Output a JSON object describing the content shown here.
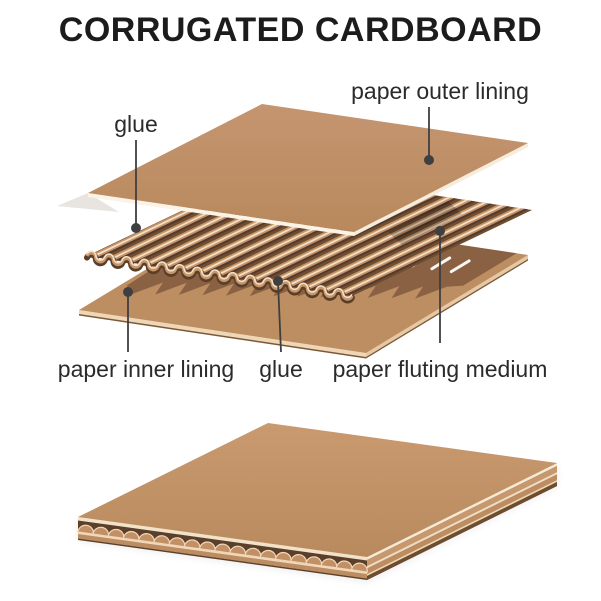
{
  "title": "CORRUGATED CARDBOARD",
  "labels": {
    "outer_lining": "paper outer lining",
    "glue_top": "glue",
    "inner_lining": "paper inner lining",
    "glue_bottom": "glue",
    "fluting_medium": "paper fluting medium"
  },
  "colors": {
    "background": "#ffffff",
    "cardboard": "#bc8e62",
    "cardboard_face_light": "#c49570",
    "cardboard_face_dark": "#b9895d",
    "fluting_ridge": "#c4936a",
    "fluting_valley": "#6f4e30",
    "crest_highlight": "#f3dfc2",
    "paper_edge_white": "#fbf3e6",
    "deep_brown": "#5b3f2a",
    "shadow_brown": "#8a6243",
    "leader_line": "#3f3f3f",
    "text": "#2b2b2b",
    "title_text": "#1c1c1c"
  }
}
